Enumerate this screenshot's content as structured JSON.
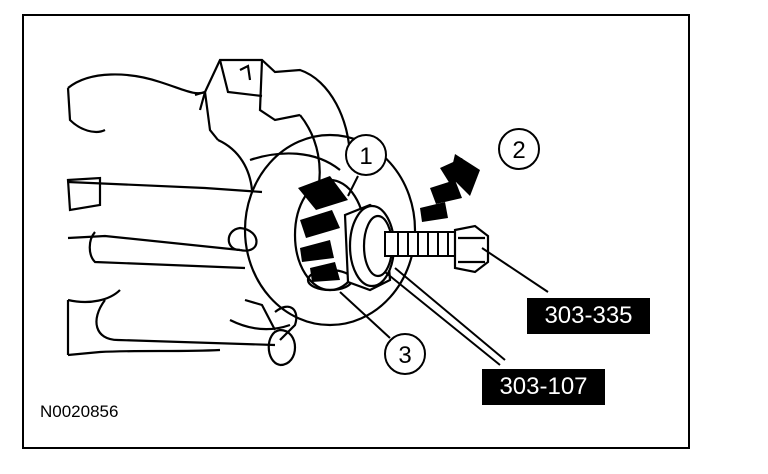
{
  "figure": {
    "id": "N0020856",
    "callouts": [
      "1",
      "2",
      "3"
    ],
    "tool_labels": [
      "303-335",
      "303-107"
    ]
  }
}
